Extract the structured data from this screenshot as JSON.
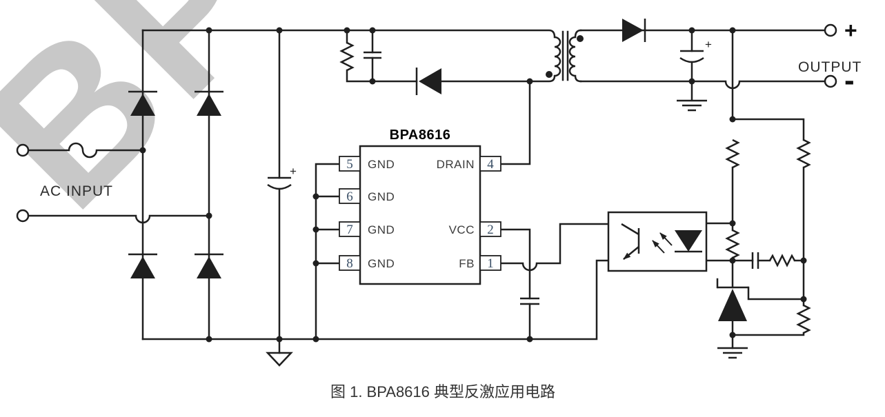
{
  "watermark": {
    "text": "BP"
  },
  "input": {
    "label": "AC INPUT"
  },
  "ic": {
    "title": "BPA8616",
    "left_pins": [
      {
        "num": "5",
        "label": "GND"
      },
      {
        "num": "6",
        "label": "GND"
      },
      {
        "num": "7",
        "label": "GND"
      },
      {
        "num": "8",
        "label": "GND"
      }
    ],
    "right_pins": [
      {
        "num": "4",
        "label": "DRAIN"
      },
      {
        "num": "2",
        "label": "VCC"
      },
      {
        "num": "1",
        "label": "FB"
      }
    ]
  },
  "output": {
    "label": "OUTPUT",
    "plus": "+",
    "minus": "-"
  },
  "capacitors": {
    "bulk_plus": "+",
    "out_plus": "+"
  },
  "caption": "图 1. BPA8616 典型反激应用电路",
  "colors": {
    "line": "#1f1f1f",
    "pin_number": "#3a4f66",
    "label_text": "#2b2b2b",
    "watermark": "#c8c8c8",
    "background": "#ffffff"
  }
}
